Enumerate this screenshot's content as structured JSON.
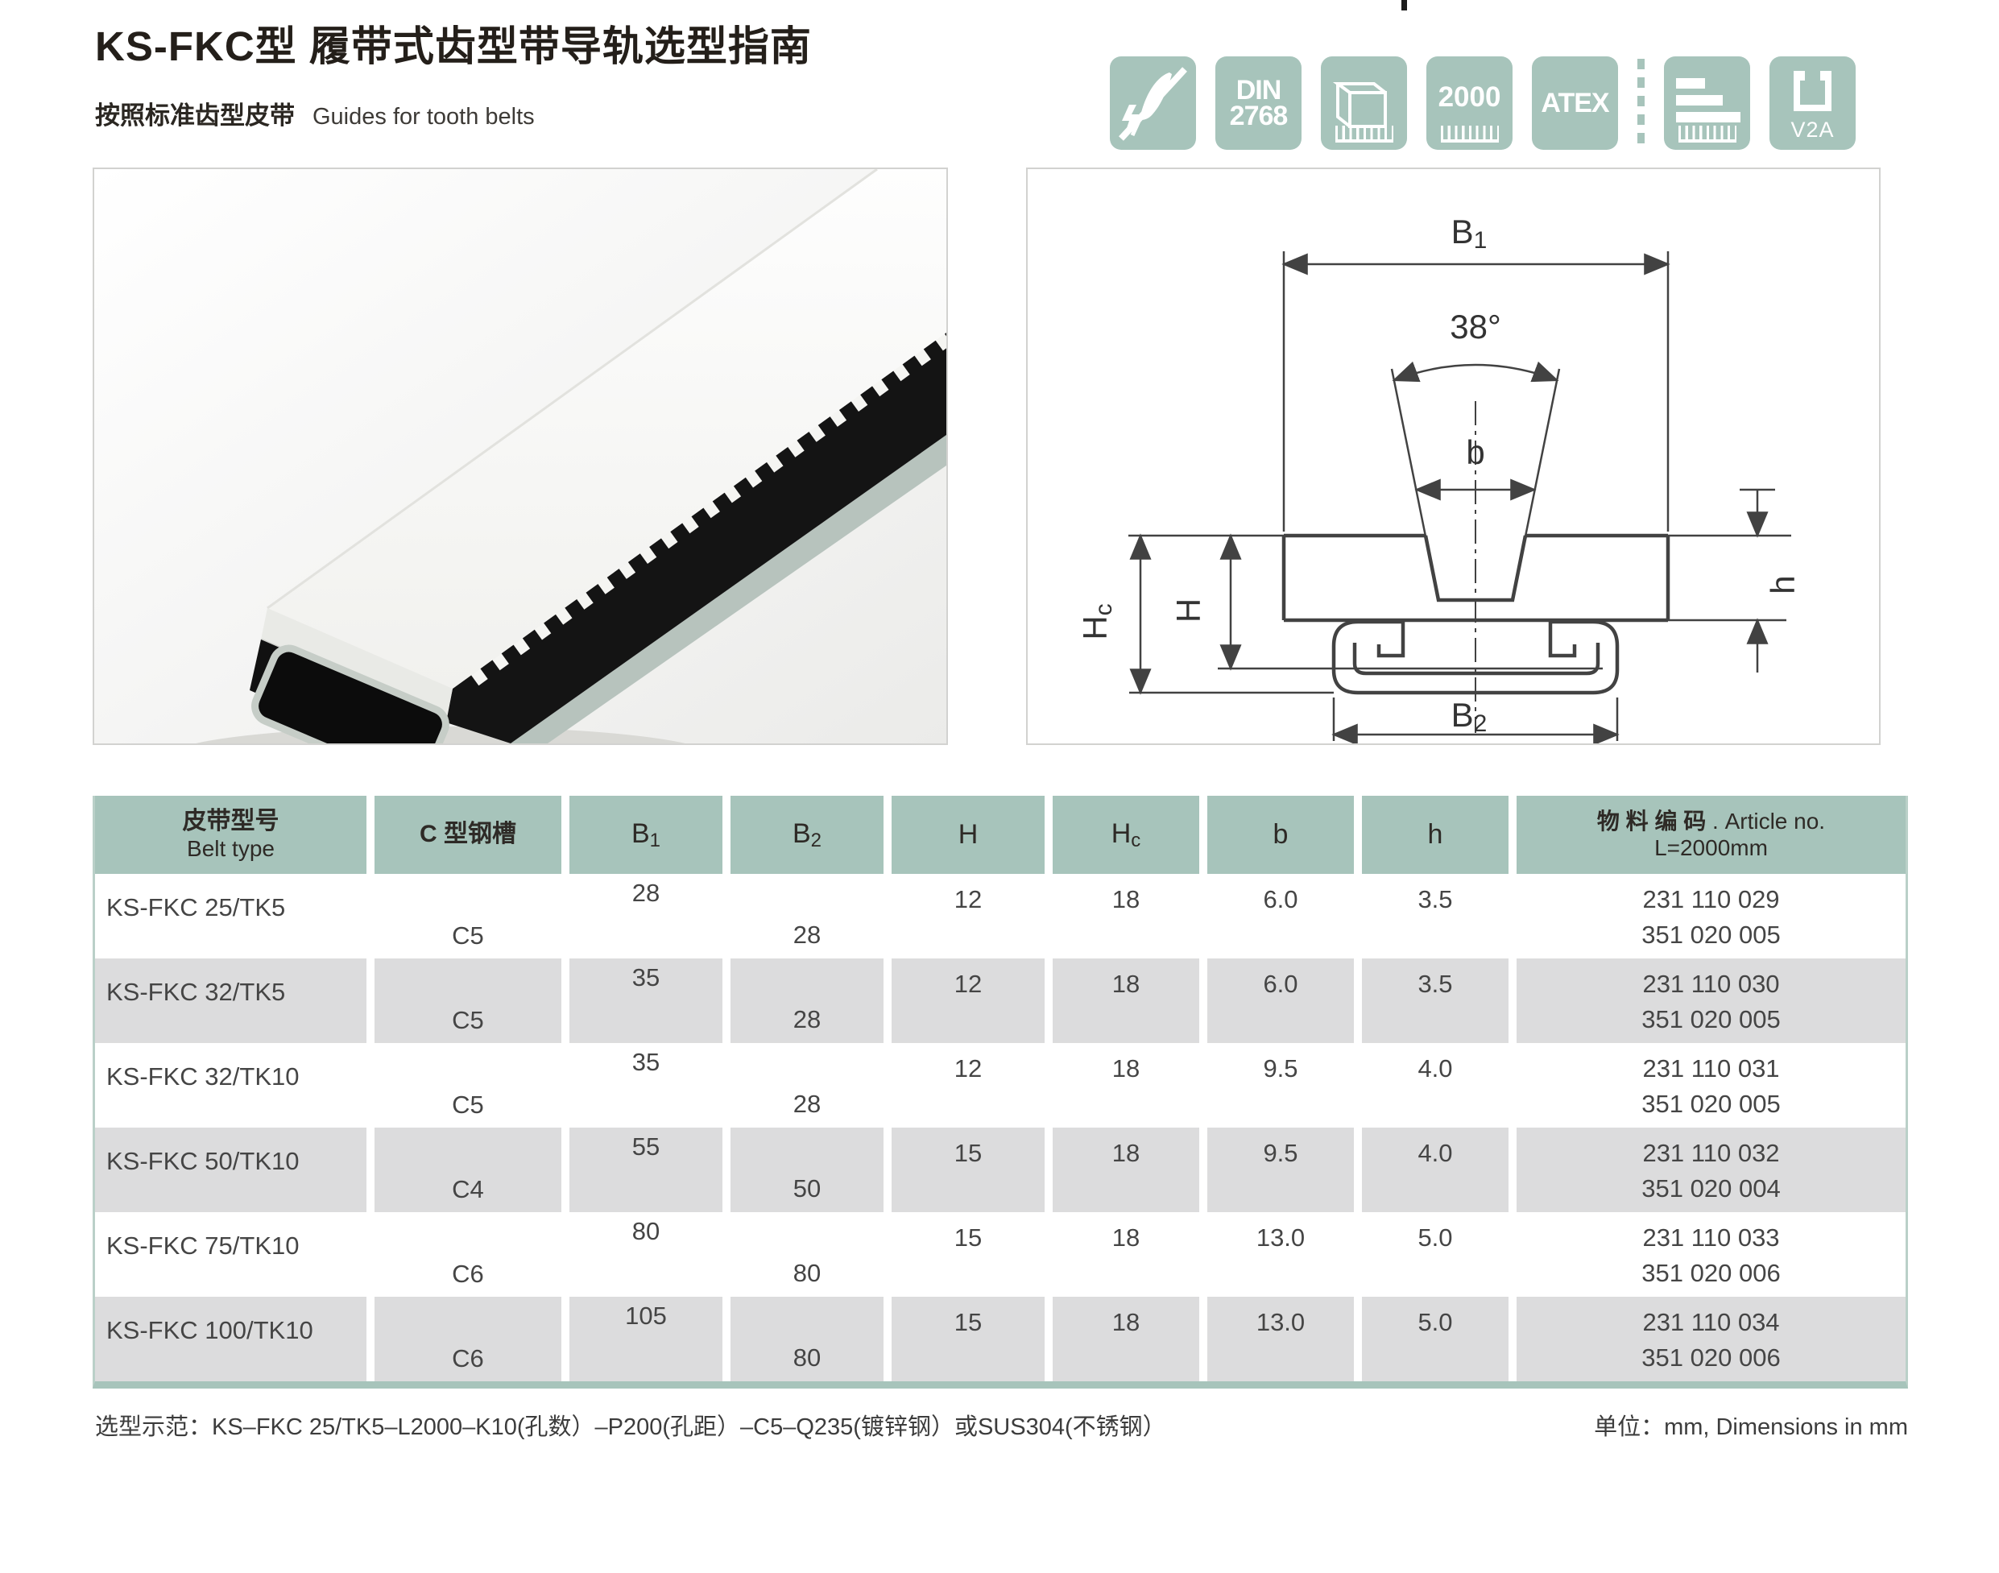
{
  "page": {
    "title": "KS-FKC型 履带式齿型带导轨选型指南",
    "subtitle_zh": "按照标准齿型皮带",
    "subtitle_en": "Guides for tooth belts",
    "footer_note": "选型示范：KS–FKC 25/TK5–L2000–K10(孔数）–P200(孔距）–C5–Q235(镀锌钢）或SUS304(不锈钢）",
    "footer_units": "单位：mm, Dimensions in mm"
  },
  "colors": {
    "accent": "#a7c4bb",
    "row_alt": "#dcdcdd",
    "drawing_line": "#424242"
  },
  "badges": {
    "din_line1": "DIN",
    "din_line2": "2768",
    "len": "2000",
    "atex": "ATEX",
    "v2a": "V2A"
  },
  "drawing": {
    "b1_main": "B",
    "b1_sub": "1",
    "angle": "38°",
    "b": "b",
    "h": "h",
    "hh": "H",
    "hc_main": "H",
    "hc_sub": "c",
    "b2_main": "B",
    "b2_sub": "2"
  },
  "table": {
    "headers": {
      "belt_zh": "皮带型号",
      "belt_en": "Belt type",
      "c": "C 型钢槽",
      "b1_main": "B",
      "b1_sub": "1",
      "b2_main": "B",
      "b2_sub": "2",
      "h_upper": "H",
      "hc_main": "H",
      "hc_sub": "c",
      "b_lower": "b",
      "h_lower": "h",
      "article_zh": "物 料 编 码 ",
      "article_en": ". Article no.",
      "article_l": "L=2000mm"
    },
    "rows": [
      {
        "belt_type": "KS-FKC 25/TK5",
        "c_channel": "C5",
        "b1": "28",
        "b2": "28",
        "hh": "12",
        "hc": "18",
        "b": "6.0",
        "h": "3.5",
        "article": [
          "231 110 029",
          "351 020 005"
        ]
      },
      {
        "belt_type": "KS-FKC 32/TK5",
        "c_channel": "C5",
        "b1": "35",
        "b2": "28",
        "hh": "12",
        "hc": "18",
        "b": "6.0",
        "h": "3.5",
        "article": [
          "231 110 030",
          "351 020 005"
        ]
      },
      {
        "belt_type": "KS-FKC 32/TK10",
        "c_channel": "C5",
        "b1": "35",
        "b2": "28",
        "hh": "12",
        "hc": "18",
        "b": "9.5",
        "h": "4.0",
        "article": [
          "231 110 031",
          "351 020 005"
        ]
      },
      {
        "belt_type": "KS-FKC 50/TK10",
        "c_channel": "C4",
        "b1": "55",
        "b2": "50",
        "hh": "15",
        "hc": "18",
        "b": "9.5",
        "h": "4.0",
        "article": [
          "231 110 032",
          "351 020 004"
        ]
      },
      {
        "belt_type": "KS-FKC 75/TK10",
        "c_channel": "C6",
        "b1": "80",
        "b2": "80",
        "hh": "15",
        "hc": "18",
        "b": "13.0",
        "h": "5.0",
        "article": [
          "231 110 033",
          "351 020 006"
        ]
      },
      {
        "belt_type": "KS-FKC 100/TK10",
        "c_channel": "C6",
        "b1": "105",
        "b2": "80",
        "hh": "15",
        "hc": "18",
        "b": "13.0",
        "h": "5.0",
        "article": [
          "231 110 034",
          "351 020 006"
        ]
      }
    ]
  }
}
